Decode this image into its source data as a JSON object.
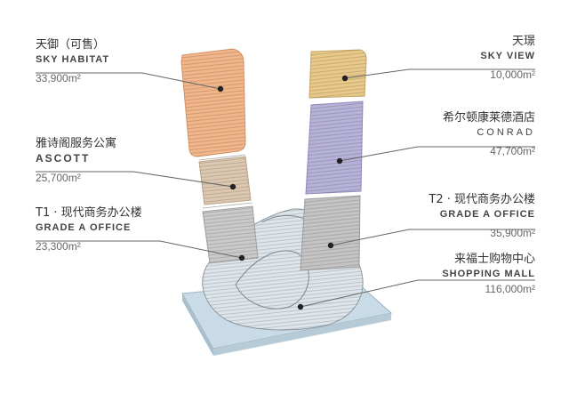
{
  "labels": {
    "sky_habitat": {
      "zh": "天御（可售）",
      "en": "SKY HABITAT",
      "area": "33,900m²"
    },
    "ascott": {
      "zh": "雅诗阁服务公寓",
      "en": "ASCOTT",
      "area": "25,700m²"
    },
    "t1_office": {
      "zh": "T1 · 现代商务办公楼",
      "en": "GRADE A OFFICE",
      "area": "23,300m²"
    },
    "sky_view": {
      "zh": "天璟",
      "en": "SKY VIEW",
      "area": "10,000m²"
    },
    "conrad": {
      "zh": "希尔顿康莱德酒店",
      "en": "CONRAD",
      "area": "47,700m²"
    },
    "t2_office": {
      "zh": "T2 · 现代商务办公楼",
      "en": "GRADE A OFFICE",
      "area": "35,900m²"
    },
    "mall": {
      "zh": "来福士购物中心",
      "en": "SHOPPING MALL",
      "area": "116,000m²"
    }
  },
  "colors": {
    "sky_habitat": "#f2b68a",
    "ascott": "#dcc8b0",
    "t1_office": "#c9c9c9",
    "sky_view": "#e8c98a",
    "conrad": "#b7b2d8",
    "t2_office": "#c4c4c4",
    "mall": "#dde4ea",
    "base": "#c9dbe6"
  }
}
